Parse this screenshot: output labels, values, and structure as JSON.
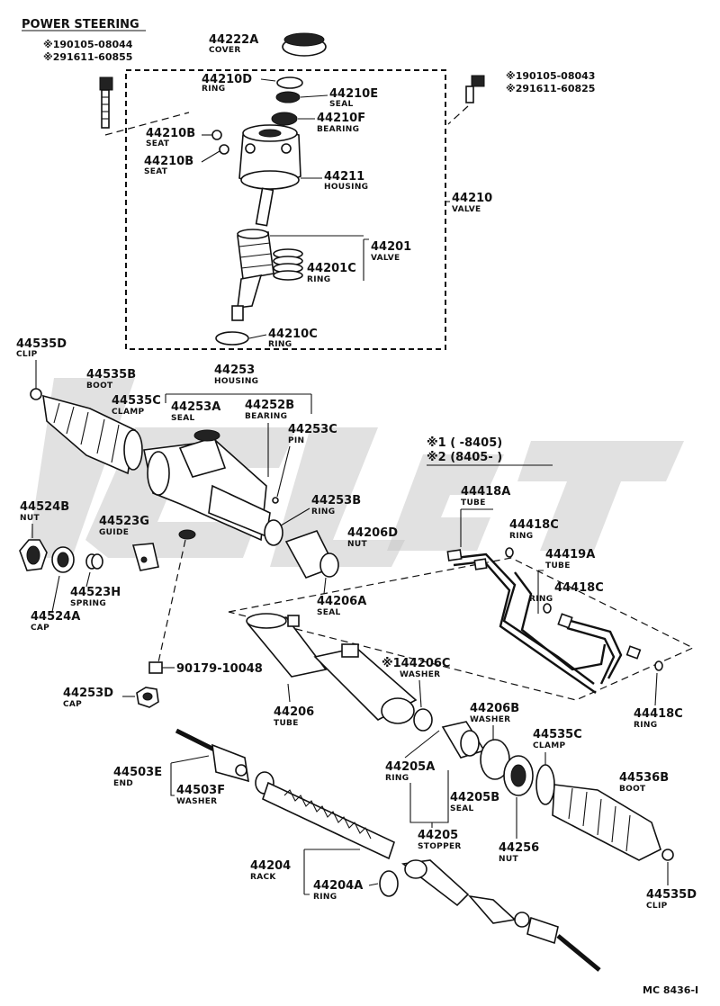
{
  "diagram": {
    "title": "POWER STEERING",
    "footer_code": "MC 8436-I",
    "watermark": "watermark-logo",
    "legend": {
      "line1": "※1 (      -8405)",
      "line2": "※2 (8405-      )"
    },
    "bolt_left": {
      "ref1": "※190105-08044",
      "ref2": "※291611-60855"
    },
    "bolt_right": {
      "ref1": "※190105-08043",
      "ref2": "※291611-60825"
    },
    "parts": {
      "p44222A": {
        "num": "44222A",
        "name": "COVER"
      },
      "p44210D": {
        "num": "44210D",
        "name": "RING"
      },
      "p44210E": {
        "num": "44210E",
        "name": "SEAL"
      },
      "p44210F": {
        "num": "44210F",
        "name": "BEARING"
      },
      "p44210B1": {
        "num": "44210B",
        "name": "SEAT"
      },
      "p44210B2": {
        "num": "44210B",
        "name": "SEAT"
      },
      "p44211": {
        "num": "44211",
        "name": "HOUSING"
      },
      "p44210": {
        "num": "44210",
        "name": "VALVE"
      },
      "p44201": {
        "num": "44201",
        "name": "VALVE"
      },
      "p44201C": {
        "num": "44201C",
        "name": "RING"
      },
      "p44210C": {
        "num": "44210C",
        "name": "RING"
      },
      "p44535D1": {
        "num": "44535D",
        "name": "CLIP"
      },
      "p44535B": {
        "num": "44535B",
        "name": "BOOT"
      },
      "p44535C1": {
        "num": "44535C",
        "name": "CLAMP"
      },
      "p44253": {
        "num": "44253",
        "name": "HOUSING"
      },
      "p44253A": {
        "num": "44253A",
        "name": "SEAL"
      },
      "p44252B": {
        "num": "44252B",
        "name": "BEARING"
      },
      "p44253C": {
        "num": "44253C",
        "name": "PIN"
      },
      "p44253B": {
        "num": "44253B",
        "name": "RING"
      },
      "p44206D": {
        "num": "44206D",
        "name": "NUT"
      },
      "p44206A": {
        "num": "44206A",
        "name": "SEAL"
      },
      "p44524B": {
        "num": "44524B",
        "name": "NUT"
      },
      "p44523G": {
        "num": "44523G",
        "name": "GUIDE"
      },
      "p44523H": {
        "num": "44523H",
        "name": "SPRING"
      },
      "p44524A": {
        "num": "44524A",
        "name": "CAP"
      },
      "p90179": {
        "num": "90179-10048",
        "name": ""
      },
      "p44253D": {
        "num": "44253D",
        "name": "CAP"
      },
      "p44418A": {
        "num": "44418A",
        "name": "TUBE"
      },
      "p44418C1": {
        "num": "44418C",
        "name": "RING"
      },
      "p44419A": {
        "num": "44419A",
        "name": "TUBE"
      },
      "p44418C2": {
        "num": "44418C",
        "name": "RING"
      },
      "p44418C3": {
        "num": "44418C",
        "name": "RING"
      },
      "p44206C": {
        "num": "※144206C",
        "name": "WASHER"
      },
      "p44206": {
        "num": "44206",
        "name": "TUBE"
      },
      "p44206B": {
        "num": "44206B",
        "name": "WASHER"
      },
      "p44535C2": {
        "num": "44535C",
        "name": "CLAMP"
      },
      "p44503E": {
        "num": "44503E",
        "name": "END"
      },
      "p44503F": {
        "num": "44503F",
        "name": "WASHER"
      },
      "p44205A": {
        "num": "44205A",
        "name": "RING"
      },
      "p44205B": {
        "num": "44205B",
        "name": "SEAL"
      },
      "p44536B": {
        "num": "44536B",
        "name": "BOOT"
      },
      "p44205": {
        "num": "44205",
        "name": "STOPPER"
      },
      "p44256": {
        "num": "44256",
        "name": "NUT"
      },
      "p44204": {
        "num": "44204",
        "name": "RACK"
      },
      "p44204A": {
        "num": "44204A",
        "name": "RING"
      },
      "p44535D2": {
        "num": "44535D",
        "name": "CLIP"
      }
    }
  }
}
